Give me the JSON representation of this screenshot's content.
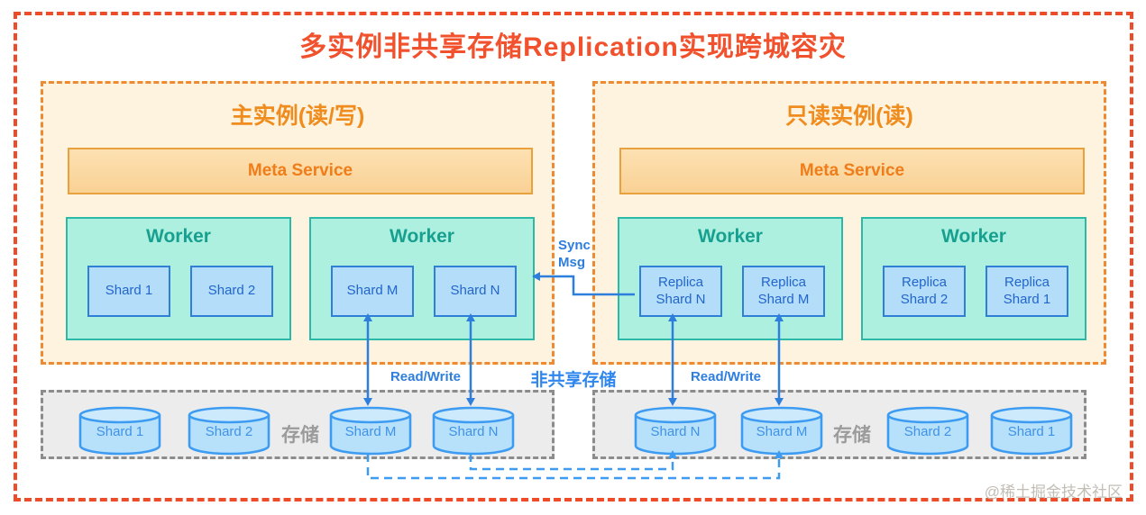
{
  "title": "多实例非共享存储Replication实现跨城容灾",
  "watermark": "@稀土掘金技术社区",
  "labels": {
    "sync_line1": "Sync",
    "sync_line2": "Msg",
    "read_write_left": "Read/Write",
    "read_write_right": "Read/Write",
    "non_shared_storage": "非共享存储",
    "storage_left": "存储",
    "storage_right": "存储"
  },
  "primary_instance": {
    "title": "主实例(读/写)",
    "meta_service": "Meta Service",
    "workers": [
      {
        "label": "Worker",
        "shards": [
          "Shard 1",
          "Shard 2"
        ]
      },
      {
        "label": "Worker",
        "shards": [
          "Shard M",
          "Shard N"
        ]
      }
    ],
    "storage_shards": [
      "Shard 1",
      "Shard 2",
      "Shard M",
      "Shard N"
    ]
  },
  "readonly_instance": {
    "title": "只读实例(读)",
    "meta_service": "Meta Service",
    "workers": [
      {
        "label": "Worker",
        "shards": [
          "Replica Shard N",
          "Replica Shard M"
        ]
      },
      {
        "label": "Worker",
        "shards": [
          "Replica Shard 2",
          "Replica Shard 1"
        ]
      }
    ],
    "storage_shards": [
      "Shard N",
      "Shard M",
      "Shard 2",
      "Shard 1"
    ]
  },
  "colors": {
    "title_red": "#f1512d",
    "outer_border": "#ee4c28",
    "panel_border": "#ed8a32",
    "panel_bg": "#fdf3de",
    "panel_title_orange": "#f08c1e",
    "meta_border": "#e9a13e",
    "meta_bg": "#fbd9a2",
    "meta_text": "#ef7d1a",
    "worker_bg": "#aef0e0",
    "worker_border": "#2cb9a8",
    "worker_text": "#17a08f",
    "shard_bg": "#b3ddf8",
    "shard_border": "#2f7fd6",
    "shard_text": "#2366cb",
    "arrow_blue": "#2e7ede",
    "dashed_blue": "#3d9cf1",
    "storage_bg": "#ececec",
    "storage_border": "#8c8c8c",
    "storage_text_gray": "#9b9b9b",
    "cylinder_fill": "#b7e1fa",
    "cylinder_top_fill": "#cdeafd",
    "non_shared_blue": "#2e86ee",
    "watermark_gray": "#c3beb5"
  }
}
